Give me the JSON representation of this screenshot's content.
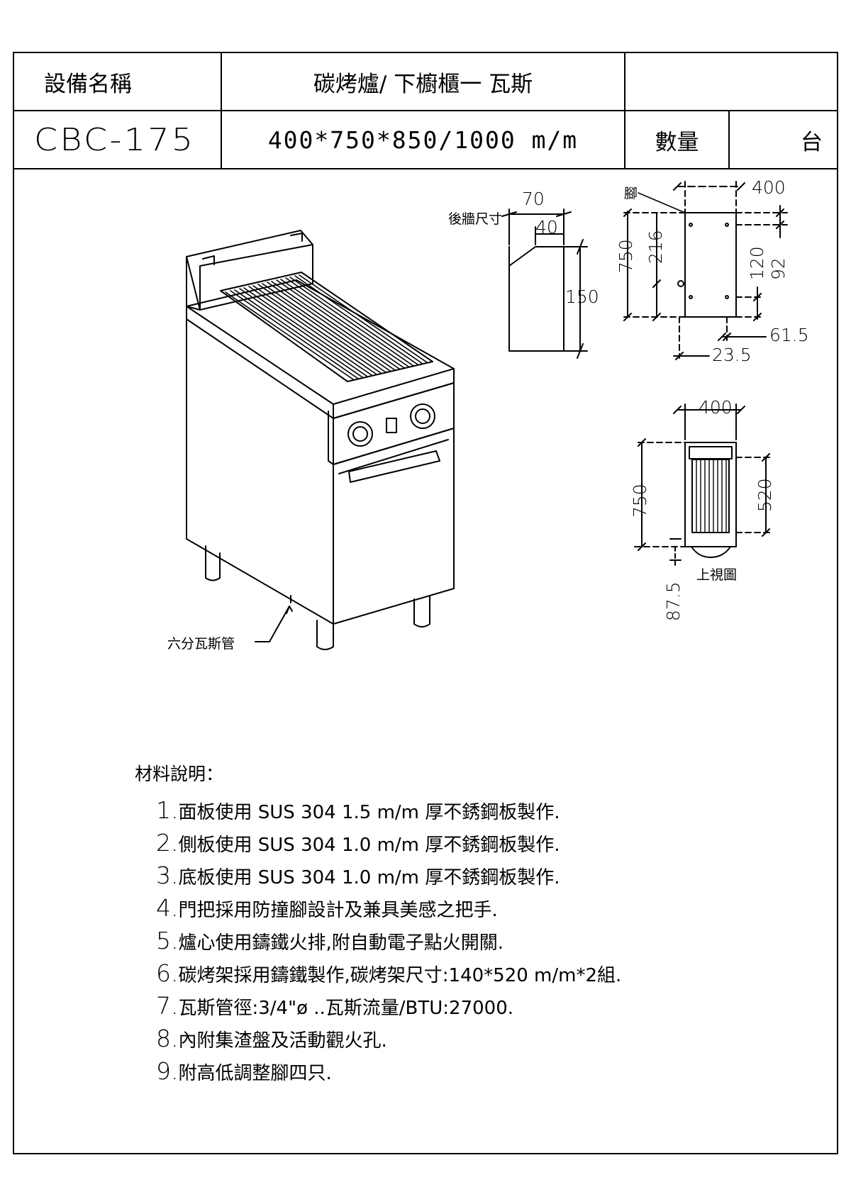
{
  "header": {
    "name_label": "設備名稱",
    "name_value": "碳烤爐/ 下櫥櫃一 瓦斯",
    "model": "CBC-175",
    "dimensions": "400*750*850/1000 m/m",
    "qty_label": "數量",
    "qty_unit": "台"
  },
  "drawing": {
    "back_wall_label": "後牆尺寸",
    "back_70": "70",
    "back_40": "40",
    "back_150": "150",
    "foot_label": "腳",
    "side_400": "400",
    "side_750": "750",
    "side_216": "216",
    "side_120": "120",
    "side_92": "92",
    "side_61_5": "61.5",
    "side_23_5": "23.5",
    "top_400": "400",
    "top_750": "750",
    "top_520": "520",
    "top_87_5": "87.5",
    "top_view_label": "上視圖",
    "gas_pipe_label": "六分瓦斯管"
  },
  "materials": {
    "title": "材料說明：",
    "items": [
      {
        "num": "1.",
        "text": "面板使用 SUS 304 1.5 m/m 厚不銹鋼板製作."
      },
      {
        "num": "2.",
        "text": "側板使用 SUS 304 1.0 m/m 厚不銹鋼板製作."
      },
      {
        "num": "3.",
        "text": "底板使用 SUS 304 1.0 m/m 厚不銹鋼板製作."
      },
      {
        "num": "4.",
        "text": "門把採用防撞腳設計及兼具美感之把手."
      },
      {
        "num": "5.",
        "text": "爐心使用鑄鐵火排,附自動電子點火開關."
      },
      {
        "num": "6.",
        "text": "碳烤架採用鑄鐵製作,碳烤架尺寸:140*520 m/m*2組."
      },
      {
        "num": "7.",
        "text": "瓦斯管徑:3/4\"ø ..瓦斯流量/BTU:27000."
      },
      {
        "num": "8.",
        "text": "內附集渣盤及活動觀火孔."
      },
      {
        "num": "9.",
        "text": "附高低調整腳四只."
      }
    ]
  }
}
